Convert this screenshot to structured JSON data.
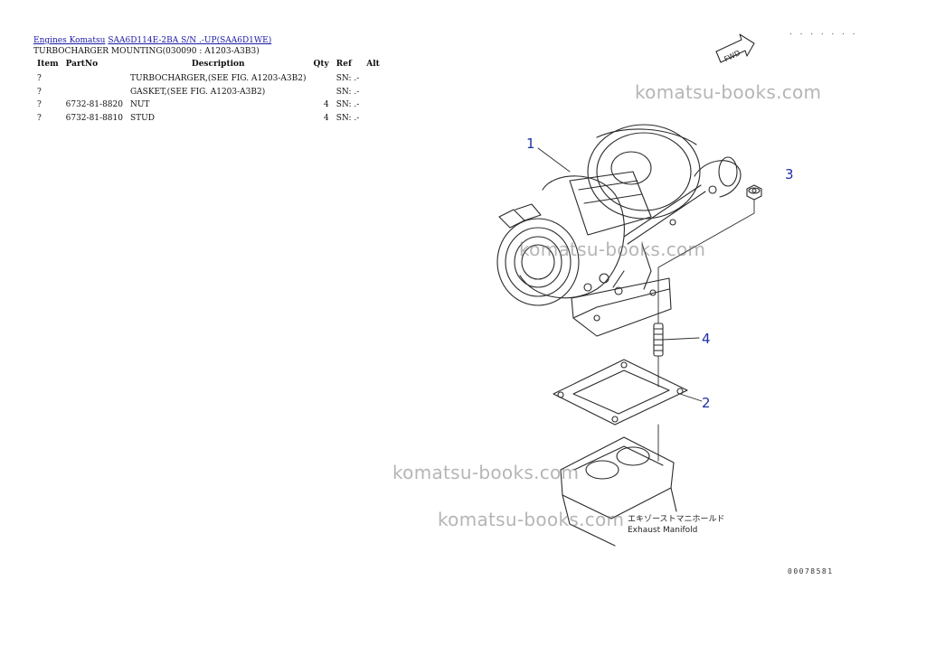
{
  "breadcrumb": {
    "link1": "Engines Komatsu",
    "link2": "SAA6D114E-2BA S/N .-UP(SAA6D1WE)"
  },
  "page_title": "TURBOCHARGER MOUNTING(030090 : A1203-A3B3)",
  "table": {
    "headers": [
      "Item",
      "PartNo",
      "Description",
      "Qty",
      "Ref",
      "Alt"
    ],
    "rows": [
      {
        "item": "?",
        "part_no": "",
        "description": "TURBOCHARGER,(SEE FIG. A1203-A3B2)",
        "qty": "",
        "ref": "SN: .-",
        "alt": ""
      },
      {
        "item": "?",
        "part_no": "",
        "description": "GASKET,(SEE FIG. A1203-A3B2)",
        "qty": "",
        "ref": "SN: .-",
        "alt": ""
      },
      {
        "item": "?",
        "part_no": "6732-81-8820",
        "description": "NUT",
        "qty": "4",
        "ref": "SN: .-",
        "alt": ""
      },
      {
        "item": "?",
        "part_no": "6732-81-8810",
        "description": "STUD",
        "qty": "4",
        "ref": "SN: .-",
        "alt": ""
      }
    ]
  },
  "watermarks": [
    "komatsu-books.com",
    "komatsu-books.com",
    "komatsu-books.com",
    "komatsu-books.com"
  ],
  "diagram": {
    "callouts": [
      "1",
      "2",
      "3",
      "4"
    ],
    "fwd_label": "FWD",
    "japanese_label": "エキゾーストマニホールド",
    "english_label": "Exhaust Manifold",
    "figure_number": "00078581",
    "top_marks": "· · · · · · ·",
    "line_color": "#2a2a2a",
    "callout_color": "#1d2fa8"
  }
}
